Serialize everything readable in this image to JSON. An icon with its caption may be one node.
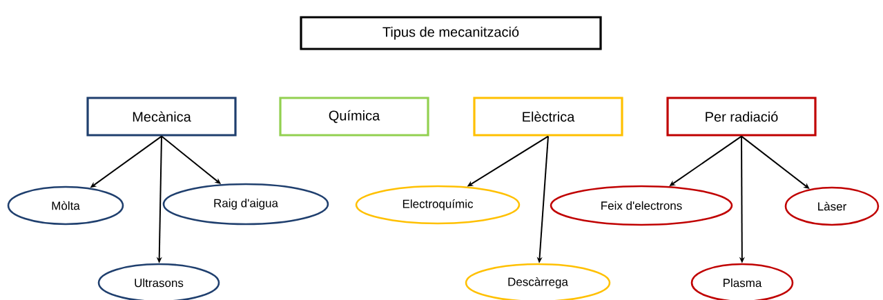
{
  "diagram": {
    "nodes": [
      {
        "text": [
          "Tipus de mecanització"
        ]
      },
      {
        "text": [
          "Mecànica"
        ]
      },
      {
        "text": [
          "Química"
        ]
      },
      {
        "text": [
          "Elèctrica"
        ]
      },
      {
        "text": [
          "Per radiació"
        ]
      },
      {
        "text": [
          "Mòlta"
        ]
      },
      {
        "text": [
          "Raig d'aigua"
        ]
      },
      {
        "text": [
          "Ultrasons"
        ]
      },
      {
        "text": [
          "Electroquímic"
        ]
      },
      {
        "text": [
          "Descàrrega"
        ]
      },
      {
        "text": [
          "Feix d'electrons"
        ]
      },
      {
        "text": [
          "Làser"
        ]
      },
      {
        "text": [
          "Plasma"
        ]
      }
    ],
    "edges": [
      {
        "from": 1,
        "to": 5,
        "arrow": "to"
      },
      {
        "from": 1,
        "to": 6,
        "arrow": "to"
      },
      {
        "from": 1,
        "to": 7,
        "arrow": "to"
      },
      {
        "from": 3,
        "to": 8,
        "arrow": "to"
      },
      {
        "from": 3,
        "to": 9,
        "arrow": "to"
      },
      {
        "from": 4,
        "to": 10,
        "arrow": "to"
      },
      {
        "from": 4,
        "to": 11,
        "arrow": "to"
      },
      {
        "from": 4,
        "to": 12,
        "arrow": "to"
      }
    ]
  }
}
